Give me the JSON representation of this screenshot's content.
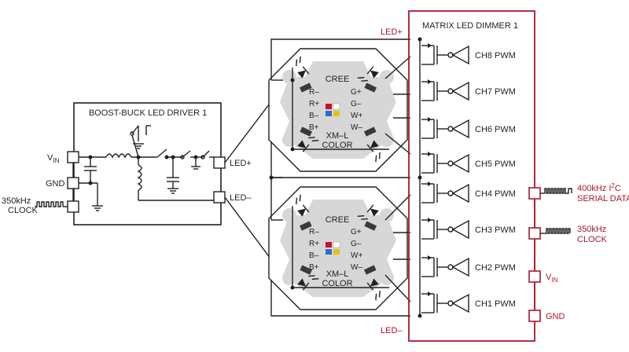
{
  "driver": {
    "title": "BOOST-BUCK LED DRIVER 1",
    "vin_main": "V",
    "vin_sub": "IN",
    "gnd": "GND",
    "clock_top": "350kHz",
    "clock_bottom": "CLOCK",
    "led_plus": "LED+",
    "led_minus": "LED–"
  },
  "leds": [
    {
      "brand": "CREE",
      "model_top": "XM–L",
      "model_bottom": "COLOR",
      "pins": [
        "R–",
        "R+",
        "B–",
        "B+",
        "G+",
        "G–",
        "W+",
        "W–"
      ]
    },
    {
      "brand": "CREE",
      "model_top": "XM–L",
      "model_bottom": "COLOR",
      "pins": [
        "R–",
        "R+",
        "B–",
        "B+",
        "G+",
        "G–",
        "W+",
        "W–"
      ]
    }
  ],
  "dimmer": {
    "title": "MATRIX LED DIMMER 1",
    "led_plus": "LED+",
    "led_minus": "LED–",
    "channels": [
      "CH8 PWM",
      "CH7 PWM",
      "CH6 PWM",
      "CH5 PWM",
      "CH4 PWM",
      "CH3 PWM",
      "CH2 PWM",
      "CH1 PWM"
    ],
    "serial_top_pre": "400kHz I",
    "serial_sup": "2",
    "serial_top_post": "C",
    "serial_bottom": "SERIAL DATA",
    "clock_top": "350kHz",
    "clock_bottom": "CLOCK",
    "vin_main": "V",
    "vin_sub": "IN",
    "gnd": "GND"
  },
  "colors": {
    "wire": "#231f20",
    "accent": "#a6192e",
    "led_body": "#d7d7d7"
  }
}
